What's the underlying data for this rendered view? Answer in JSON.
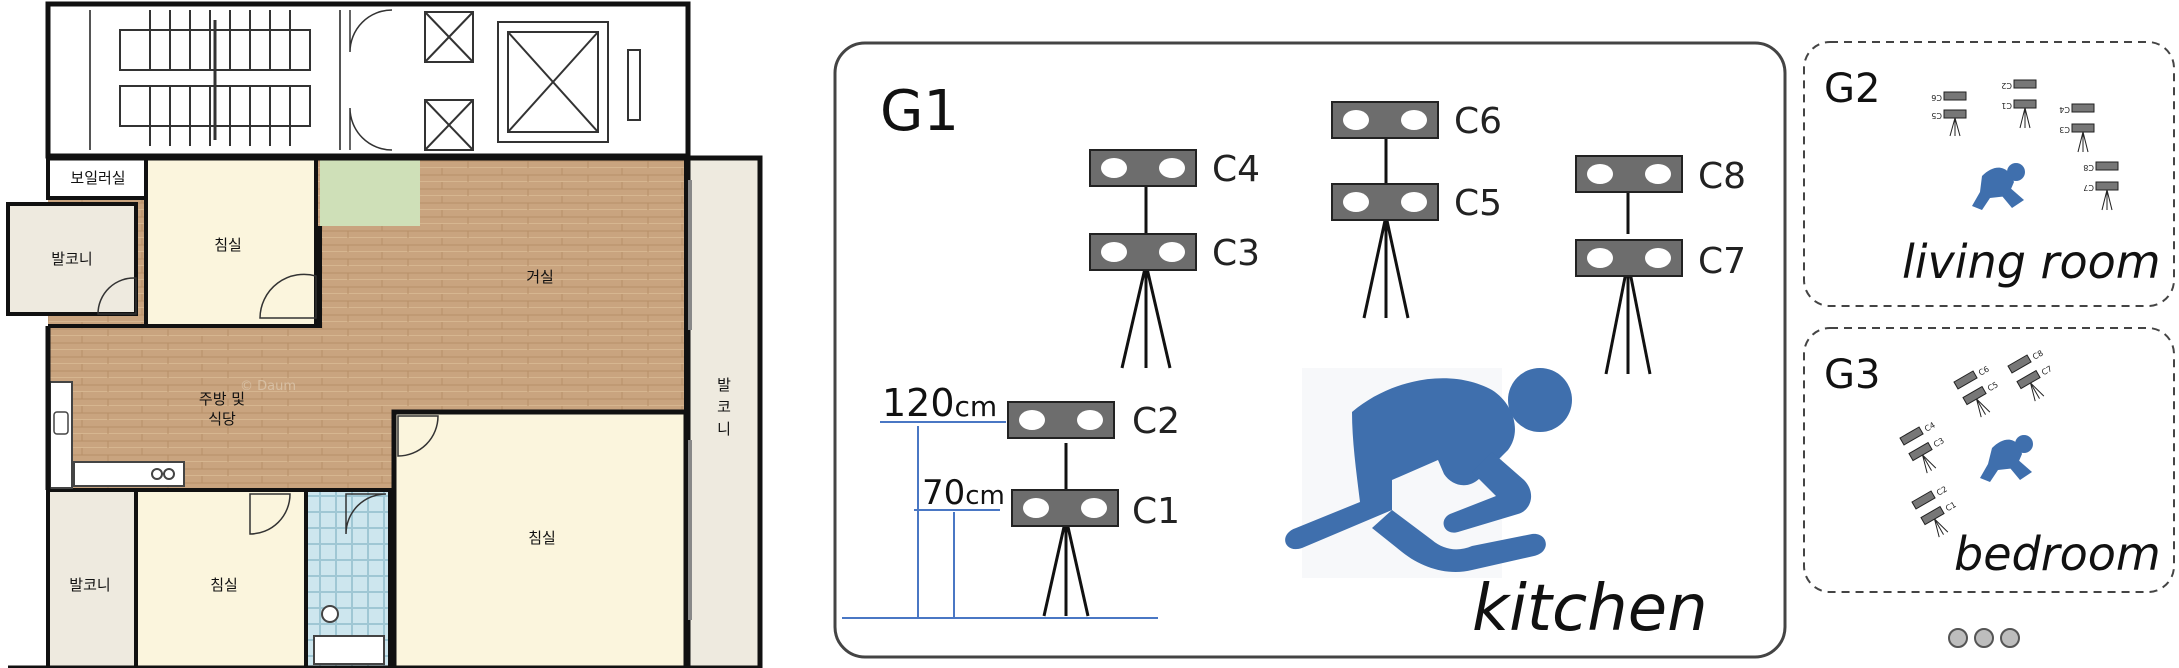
{
  "floorplan": {
    "rooms": {
      "boiler": "보일러실",
      "balcony_left_top": "발코니",
      "bedroom_top": "침실",
      "living": "거실",
      "kitchen_line1": "주방 및",
      "kitchen_line2": "식당",
      "balcony_right": [
        "발",
        "코",
        "니"
      ],
      "bedroom_large": "침실",
      "balcony_left_bottom": "발코니",
      "bedroom_small": "침실"
    },
    "watermark": "© Daum"
  },
  "setup": {
    "group": "G1",
    "room": "kitchen",
    "height_labels": {
      "h1_num": "120",
      "h1_unit": "cm",
      "h2_num": "70",
      "h2_unit": "cm"
    },
    "cameras": [
      "C1",
      "C2",
      "C3",
      "C4",
      "C5",
      "C6",
      "C7",
      "C8"
    ]
  },
  "mini_panels": [
    {
      "group": "G2",
      "room": "living room",
      "cameras": [
        "C6",
        "C5",
        "C2",
        "C1",
        "C4",
        "C3",
        "C8",
        "C7"
      ]
    },
    {
      "group": "G3",
      "room": "bedroom",
      "cameras": [
        "C6",
        "C5",
        "C8",
        "C7",
        "C4",
        "C3",
        "C2",
        "C1"
      ]
    }
  ],
  "more_indicator": "ooo",
  "colors": {
    "figure_blue": "#3f6fad",
    "camera_body": "#6d6d6d",
    "line_blue": "#4a77c4",
    "wood": "#c8a37d",
    "room_cream": "#fbf5dd",
    "balcony": "#eeeadf"
  }
}
